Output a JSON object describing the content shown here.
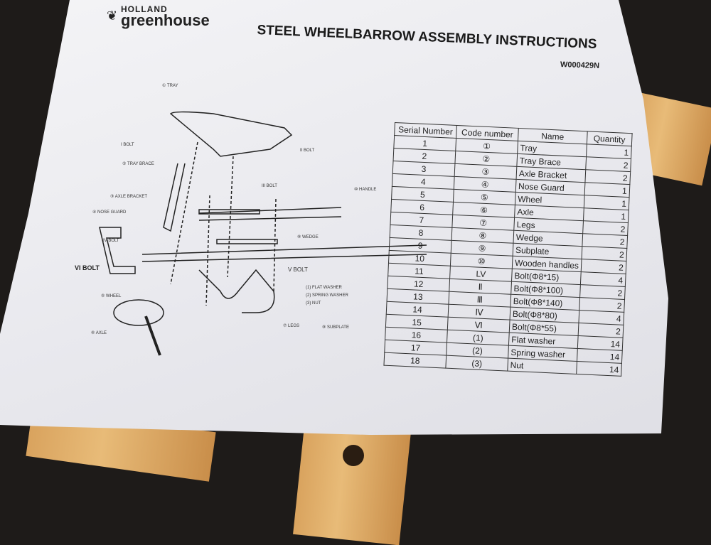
{
  "brand": {
    "line1": "HOLLAND",
    "line2": "greenhouse"
  },
  "document": {
    "title": "STEEL WHEELBARROW ASSEMBLY INSTRUCTIONS",
    "code": "W000429N"
  },
  "diagram_labels": {
    "tray": "① TRAY",
    "bolt1": "I BOLT",
    "tray_brace": "② TRAY BRACE",
    "axle_bracket": "③ AXLE BRACKET",
    "nose_guard": "④ NOSE GUARD",
    "bolt4": "IV BOLT",
    "bolt6": "VI BOLT",
    "wheel": "⑤ WHEEL",
    "axle": "⑥ AXLE",
    "bolt2": "II BOLT",
    "bolt3": "III BOLT",
    "handle": "⑩ HANDLE",
    "wedge": "⑧ WEDGE",
    "bolt5": "V BOLT",
    "flat_washer": "(1) FLAT WASHER",
    "spring_washer": "(2) SPRING WASHER",
    "nut": "(3) NUT",
    "legs": "⑦ LEGS",
    "subplate": "⑨ SUBPLATE"
  },
  "table": {
    "headers": [
      "Serial Number",
      "Code number",
      "Name",
      "Quantity"
    ],
    "rows": [
      [
        "1",
        "①",
        "Tray",
        "1"
      ],
      [
        "2",
        "②",
        "Tray Brace",
        "2"
      ],
      [
        "3",
        "③",
        "Axle Bracket",
        "2"
      ],
      [
        "4",
        "④",
        "Nose Guard",
        "1"
      ],
      [
        "5",
        "⑤",
        "Wheel",
        "1"
      ],
      [
        "6",
        "⑥",
        "Axle",
        "1"
      ],
      [
        "7",
        "⑦",
        "Legs",
        "2"
      ],
      [
        "8",
        "⑧",
        "Wedge",
        "2"
      ],
      [
        "9",
        "⑨",
        "Subplate",
        "2"
      ],
      [
        "10",
        "⑩",
        "Wooden handles",
        "2"
      ],
      [
        "11",
        "LV",
        "Bolt(Φ8*15)",
        "4"
      ],
      [
        "12",
        "Ⅱ",
        "Bolt(Φ8*100)",
        "2"
      ],
      [
        "13",
        "Ⅲ",
        "Bolt(Φ8*140)",
        "2"
      ],
      [
        "14",
        "Ⅳ",
        "Bolt(Φ8*80)",
        "4"
      ],
      [
        "15",
        "Ⅵ",
        "Bolt(Φ8*55)",
        "2"
      ],
      [
        "16",
        "(1)",
        "Flat washer",
        "14"
      ],
      [
        "17",
        "(2)",
        "Spring washer",
        "14"
      ],
      [
        "18",
        "(3)",
        "Nut",
        "14"
      ]
    ]
  }
}
